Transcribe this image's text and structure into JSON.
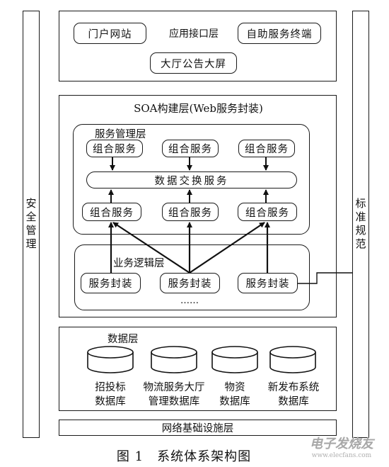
{
  "left_bar": {
    "label": "安全管理"
  },
  "right_bar": {
    "label": "标准规范"
  },
  "application_layer": {
    "title": "应用接口层",
    "nodes": [
      "门户网站",
      "自助服务终端",
      "大厅公告大屏"
    ]
  },
  "soa_layer": {
    "title": "SOA构建层(Web服务封装)",
    "service_management": {
      "title": "服务管理层",
      "top_services": [
        "组合服务",
        "组合服务",
        "组合服务"
      ],
      "exchange": "数据交换服务",
      "bottom_services": [
        "组合服务",
        "组合服务",
        "组合服务"
      ]
    },
    "business_logic": {
      "title": "业务逻辑层",
      "encapsulations": [
        "服务封装",
        "服务封装",
        "服务封装"
      ],
      "ellipsis": "……"
    }
  },
  "data_layer": {
    "title": "数据层",
    "databases": [
      {
        "line1": "招投标",
        "line2": "数据库"
      },
      {
        "line1": "物流服务大厅",
        "line2": "管理数据库"
      },
      {
        "line1": "物资",
        "line2": "数据库"
      },
      {
        "line1": "新发布系统",
        "line2": "数据库"
      }
    ]
  },
  "infrastructure_layer": {
    "title": "网络基础设施层"
  },
  "caption": "图 1　系统体系架构图",
  "watermark": {
    "text": "电子发烧友",
    "sub": "www.elecfans.com"
  }
}
